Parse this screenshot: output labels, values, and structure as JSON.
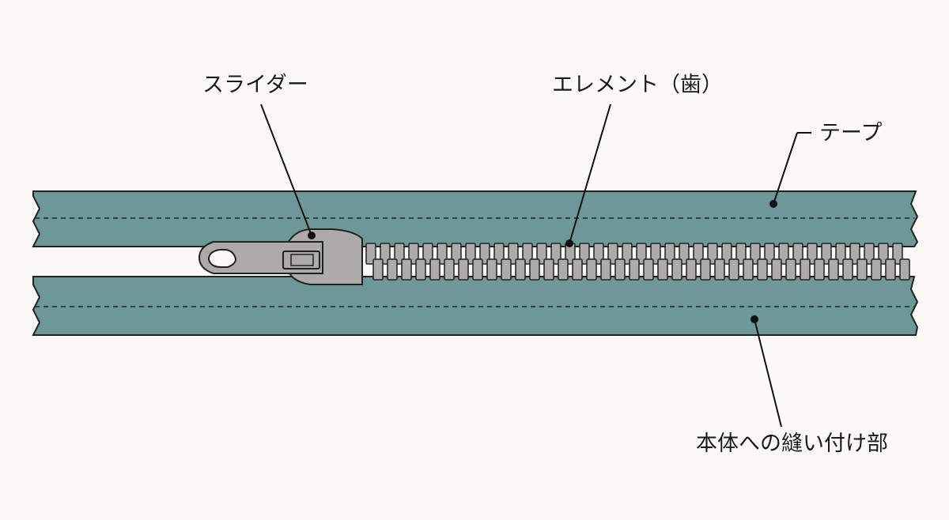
{
  "labels": {
    "slider": "スライダー",
    "element": "エレメント（歯）",
    "tape": "テープ",
    "sewing": "本体への縫い付け部"
  },
  "colors": {
    "background": "#fbfaf7",
    "tape": "#6e9797",
    "metal": "#adabaa",
    "outline": "#222222"
  }
}
